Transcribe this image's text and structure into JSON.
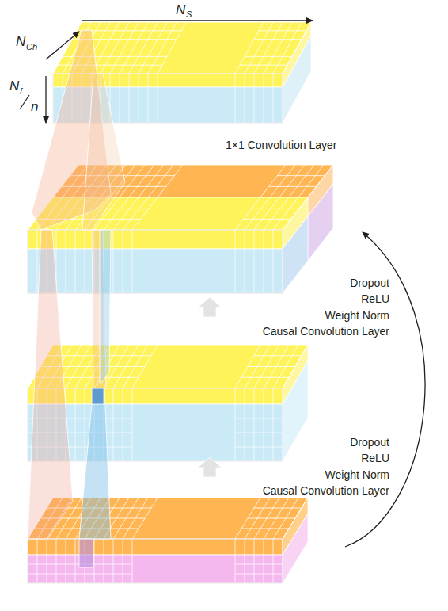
{
  "diagram": {
    "labels": [
      "N",
      "S",
      "N",
      "Ch",
      "N",
      "f",
      "n",
      "1×1 Convolution Layer",
      "Dropout",
      "ReLU",
      "Weight Norm",
      "Causal Convolution Layer",
      "Dropout",
      "ReLU",
      "Weight Norm",
      "Causal Convolution Layer"
    ]
  }
}
